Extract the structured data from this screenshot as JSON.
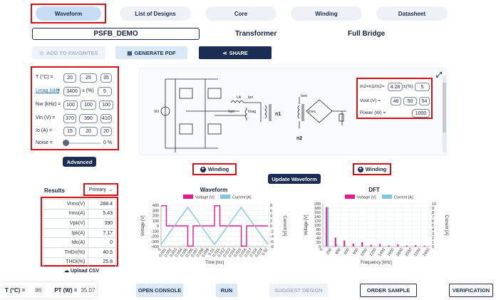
{
  "tabs": [
    {
      "label": "Waveform",
      "active": true
    },
    {
      "label": "List of Designs"
    },
    {
      "label": "Core"
    },
    {
      "label": "Winding"
    },
    {
      "label": "Datasheet"
    }
  ],
  "design_name": "PSFB_DEMO",
  "header_transformer": "Transformer",
  "header_topology": "Full Bridge",
  "actions": {
    "favorites": "ADD TO FAVORITES",
    "pdf": "GENERATE PDF",
    "share": "SHARE"
  },
  "params": {
    "temp": {
      "label": "T (°C) =",
      "values": [
        "20",
        "25",
        "35"
      ]
    },
    "lmag": {
      "label": "Lmag (uH)",
      "value": "3400",
      "pct_label": "± (%)",
      "pct": "5"
    },
    "fsw": {
      "label": "fsw (kHz) =",
      "values": [
        "100",
        "100",
        "100"
      ]
    },
    "vin": {
      "label": "Vin (V) =",
      "values": [
        "370",
        "390",
        "410"
      ]
    },
    "io": {
      "label": "Io (A) =",
      "values": [
        "15",
        "20",
        "20"
      ]
    },
    "noise": {
      "label": "Noise =",
      "value": "0 %",
      "level": 0
    }
  },
  "advanced_label": "Advanced",
  "schematic": {
    "labels": [
      "Vin",
      "Lik",
      "Ipri",
      "Vpri",
      "Imag",
      "n1",
      "Isec",
      "Vsec",
      "n2"
    ]
  },
  "transformer_params": {
    "ratio_label": "m2=n1/m2=",
    "ratio": "4.28",
    "ratio_pct_label": "±(%)",
    "ratio_pct": "5",
    "vout_label": "Vout (V) =",
    "vout": [
      "48",
      "50",
      "54"
    ],
    "power_label": "Power (W) =",
    "power": "1000"
  },
  "winding_left": "Winding",
  "winding_right": "Winding",
  "update_waveform": "Update Waveform",
  "results": {
    "title": "Results",
    "select": "Primary",
    "rows": [
      {
        "k": "Vrms(V)",
        "v": "288.4"
      },
      {
        "k": "Irms(A)",
        "v": "5.43"
      },
      {
        "k": "Vpk(V)",
        "v": "390"
      },
      {
        "k": "Ipk(A)",
        "v": "7.17"
      },
      {
        "k": "Idc(A)",
        "v": "0"
      },
      {
        "k": "THDv(%)",
        "v": "40.5"
      },
      {
        "k": "THDi(%)",
        "v": "25.8"
      }
    ],
    "upload": "Upload CSV"
  },
  "chart_data": [
    {
      "type": "line",
      "title": "Waveform",
      "xlabel": "Time [ms]",
      "ylabel": "Voltage [V]",
      "y2label": "Current [A]",
      "legend": [
        "Voltage [V]",
        "Current [A]"
      ],
      "colors": [
        "#e8178a",
        "#7ec8e3"
      ],
      "x_ticks": [
        "0",
        "0.001",
        "0.002",
        "0.003",
        "0.004",
        "0.005",
        "0.006",
        "0.007",
        "0.008",
        "0.009",
        "0.01",
        "0.011",
        "0.012",
        "0.013",
        "0.014",
        "0.015",
        "0.016",
        "0.017",
        "0.018",
        "0.019",
        "0.02"
      ],
      "ylim": [
        -400,
        400
      ],
      "y_ticks": [
        "400",
        "300",
        "200",
        "100",
        "0",
        "-100",
        "-200",
        "-300",
        "-400"
      ],
      "y2lim": [
        -8,
        8
      ],
      "y2_ticks": [
        "8",
        "6",
        "4",
        "2",
        "0",
        "-2",
        "-4",
        "-6",
        "-8"
      ],
      "series": [
        {
          "name": "Voltage [V]",
          "x": [
            0,
            0.001,
            0.001,
            0.005,
            0.005,
            0.006,
            0.006,
            0.01,
            0.01,
            0.011,
            0.011,
            0.015,
            0.015,
            0.016,
            0.016,
            0.02
          ],
          "y": [
            390,
            390,
            0,
            0,
            -390,
            -390,
            0,
            0,
            390,
            390,
            0,
            0,
            -390,
            -390,
            0,
            0
          ]
        },
        {
          "name": "Current [A]",
          "x": [
            0,
            0.005,
            0.01,
            0.015,
            0.02
          ],
          "y": [
            -7.17,
            7.17,
            -7.17,
            7.17,
            -7.17
          ]
        }
      ]
    },
    {
      "type": "bar",
      "title": "DFT",
      "xlabel": "Frequency [kHz]",
      "ylabel": "Voltage [V]",
      "y2label": "Current [A]",
      "legend": [
        "Voltage [V]",
        "Current [A]"
      ],
      "colors": [
        "#e8178a",
        "#7ec8e3"
      ],
      "x_ticks": [
        "0",
        "200",
        "400",
        "600",
        "800",
        "1000",
        "1200",
        "1400",
        "1600",
        "1800",
        "2000",
        "2200",
        "2400"
      ],
      "ylim": [
        0,
        200
      ],
      "y_ticks": [
        "200",
        "180",
        "160",
        "140",
        "120",
        "100",
        "80",
        "60",
        "40",
        "20",
        "0"
      ],
      "y2lim": [
        0,
        10
      ],
      "y2_ticks": [
        "10",
        "9",
        "8",
        "7",
        "6",
        "5",
        "4",
        "3",
        "2",
        "1",
        "0"
      ],
      "series": [
        {
          "name": "Voltage [V]",
          "x": [
            100,
            300,
            500,
            700,
            900,
            1100,
            1300,
            1500,
            1700,
            1900,
            2100,
            2300
          ],
          "values": [
            185,
            42,
            28,
            14,
            20,
            8,
            12,
            6,
            10,
            5,
            7,
            4
          ]
        },
        {
          "name": "Current [A]",
          "x": [
            100,
            300,
            500,
            700,
            900,
            1100,
            1300,
            1500,
            1700,
            1900,
            2100,
            2300
          ],
          "values": [
            9.2,
            0.6,
            0.2,
            0.15,
            0.1,
            0.08,
            0.06,
            0.05,
            0.04,
            0.04,
            0.03,
            0.03
          ]
        }
      ]
    }
  ],
  "footer": {
    "temp_label": "T (°C) =",
    "temp": "86",
    "pt_label": "PT (W) =",
    "pt": "35.07",
    "open_console": "OPEN CONSOLE",
    "run": "RUN",
    "suggest": "SUGGEST DESIGN",
    "order": "ORDER SAMPLE",
    "verify": "VERIFICATION"
  }
}
